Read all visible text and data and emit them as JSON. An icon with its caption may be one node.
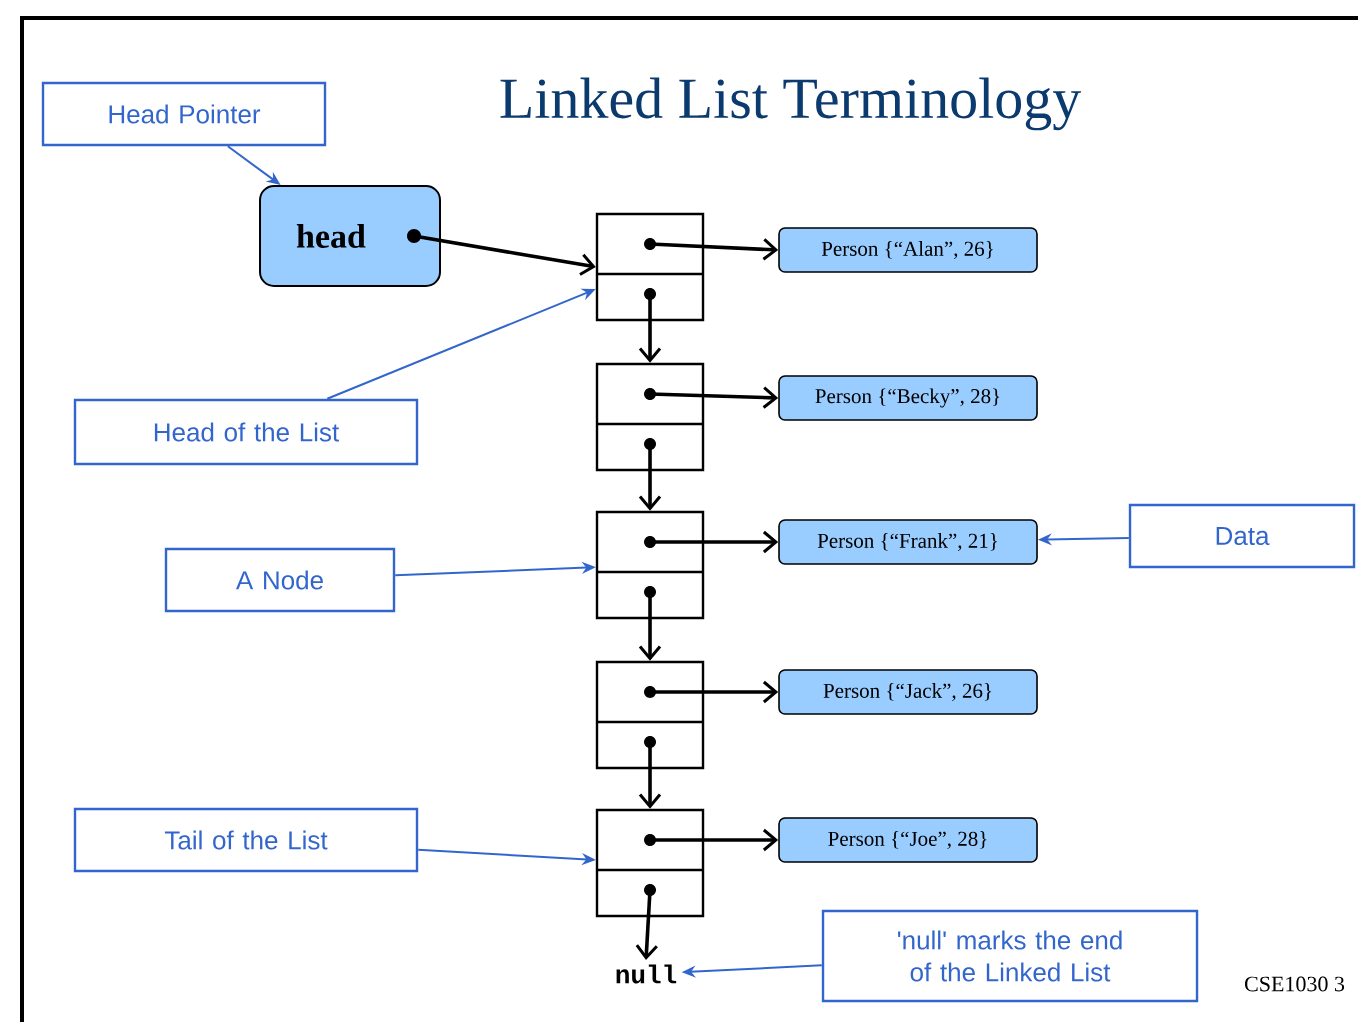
{
  "diagram": {
    "title": "Linked List Terminology",
    "nodes": [
      {
        "text": [
          "Head Pointer"
        ]
      },
      {
        "text": [
          "head"
        ]
      },
      {
        "text": [],
        "shape": "box"
      },
      {
        "text": [],
        "shape": "box"
      },
      {
        "text": [],
        "shape": "box"
      },
      {
        "text": [],
        "shape": "box"
      },
      {
        "text": [],
        "shape": "box"
      },
      {
        "text": [
          "Person {“Alan”, 26}"
        ]
      },
      {
        "text": [
          "Person {“Becky”, 28}"
        ]
      },
      {
        "text": [
          "Person {“Frank”, 21}"
        ]
      },
      {
        "text": [
          "Person {“Jack”, 26}"
        ]
      },
      {
        "text": [
          "Person {“Joe”, 28}"
        ]
      },
      {
        "text": [
          "Head of the List"
        ]
      },
      {
        "text": [
          "A Node"
        ]
      },
      {
        "text": [
          "Data"
        ]
      },
      {
        "text": [
          "Tail of the List"
        ]
      },
      {
        "text": [
          "null"
        ]
      },
      {
        "text": [
          "'null' marks the end of the Linked List"
        ]
      }
    ],
    "edges": [
      {
        "from": 0,
        "to": 1,
        "arrow": "to",
        "color": "#3366cc"
      },
      {
        "from": 1,
        "to": 2,
        "arrow": "to"
      },
      {
        "from": 2,
        "to": 7,
        "arrow": "to"
      },
      {
        "from": 2,
        "to": 3,
        "arrow": "to"
      },
      {
        "from": 3,
        "to": 8,
        "arrow": "to"
      },
      {
        "from": 3,
        "to": 4,
        "arrow": "to"
      },
      {
        "from": 4,
        "to": 9,
        "arrow": "to"
      },
      {
        "from": 4,
        "to": 5,
        "arrow": "to"
      },
      {
        "from": 5,
        "to": 10,
        "arrow": "to"
      },
      {
        "from": 5,
        "to": 6,
        "arrow": "to"
      },
      {
        "from": 6,
        "to": 11,
        "arrow": "to"
      },
      {
        "from": 6,
        "to": 16,
        "arrow": "to"
      },
      {
        "from": 12,
        "to": 2,
        "arrow": "to",
        "color": "#3366cc"
      },
      {
        "from": 13,
        "to": 4,
        "arrow": "to",
        "color": "#3366cc"
      },
      {
        "from": 14,
        "to": 9,
        "arrow": "to",
        "color": "#3366cc"
      },
      {
        "from": 15,
        "to": 6,
        "arrow": "to",
        "color": "#3366cc"
      },
      {
        "from": 17,
        "to": 16,
        "arrow": "to",
        "color": "#3366cc"
      }
    ],
    "labels": [
      "CSE1030 3"
    ]
  }
}
